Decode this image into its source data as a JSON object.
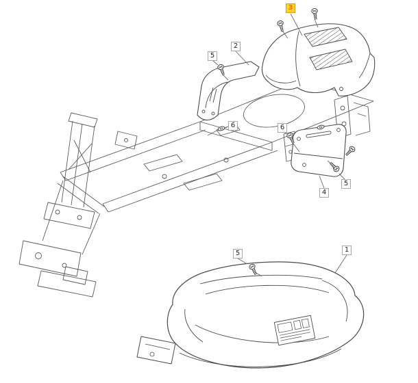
{
  "diagram": {
    "type": "exploded-parts-diagram",
    "colors": {
      "bg": "#ffffff",
      "line": "#4a4a4a",
      "callout_border": "#a8a8a8",
      "callout_text": "#222222",
      "highlight_bg": "#ffd42d",
      "highlight_text": "#e87511",
      "highlight_border": "#d4a017"
    },
    "callouts": [
      {
        "label": "3",
        "highlighted": true
      },
      {
        "label": "2",
        "highlighted": false
      },
      {
        "label": "5",
        "highlighted": false
      },
      {
        "label": "6",
        "highlighted": false
      },
      {
        "label": "6",
        "highlighted": false
      },
      {
        "label": "4",
        "highlighted": false
      },
      {
        "label": "5",
        "highlighted": false
      },
      {
        "label": "5",
        "highlighted": false
      },
      {
        "label": "1",
        "highlighted": false
      }
    ]
  }
}
